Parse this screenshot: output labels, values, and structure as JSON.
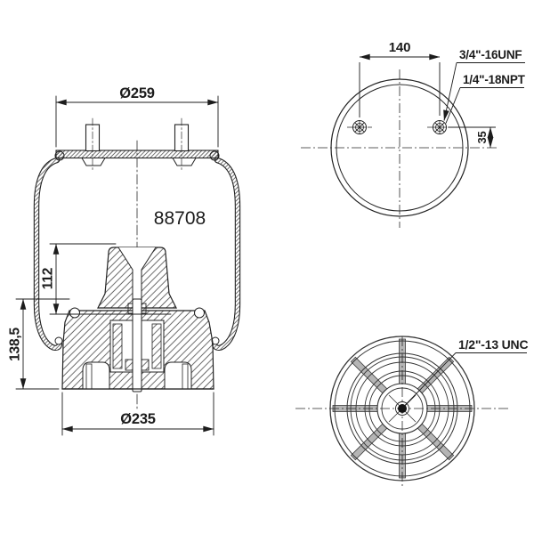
{
  "side_view": {
    "part_number": "88708",
    "top_diameter": "Ø259",
    "bumper_height": "112",
    "assembly_height": "138,5",
    "base_diameter": "Ø235"
  },
  "top_view": {
    "stud_spacing": "140",
    "stud_thread": "3/4\"-16UNF",
    "air_port_thread": "1/4\"-18NPT",
    "port_offset": "35"
  },
  "bottom_view": {
    "center_thread": "1/2\"-13 UNC"
  },
  "colors": {
    "line": "#222222",
    "hatch": "#3a3a3a",
    "spoke_fill": "#b5b5b5",
    "hole_dot": "#151515",
    "background": "#ffffff"
  }
}
